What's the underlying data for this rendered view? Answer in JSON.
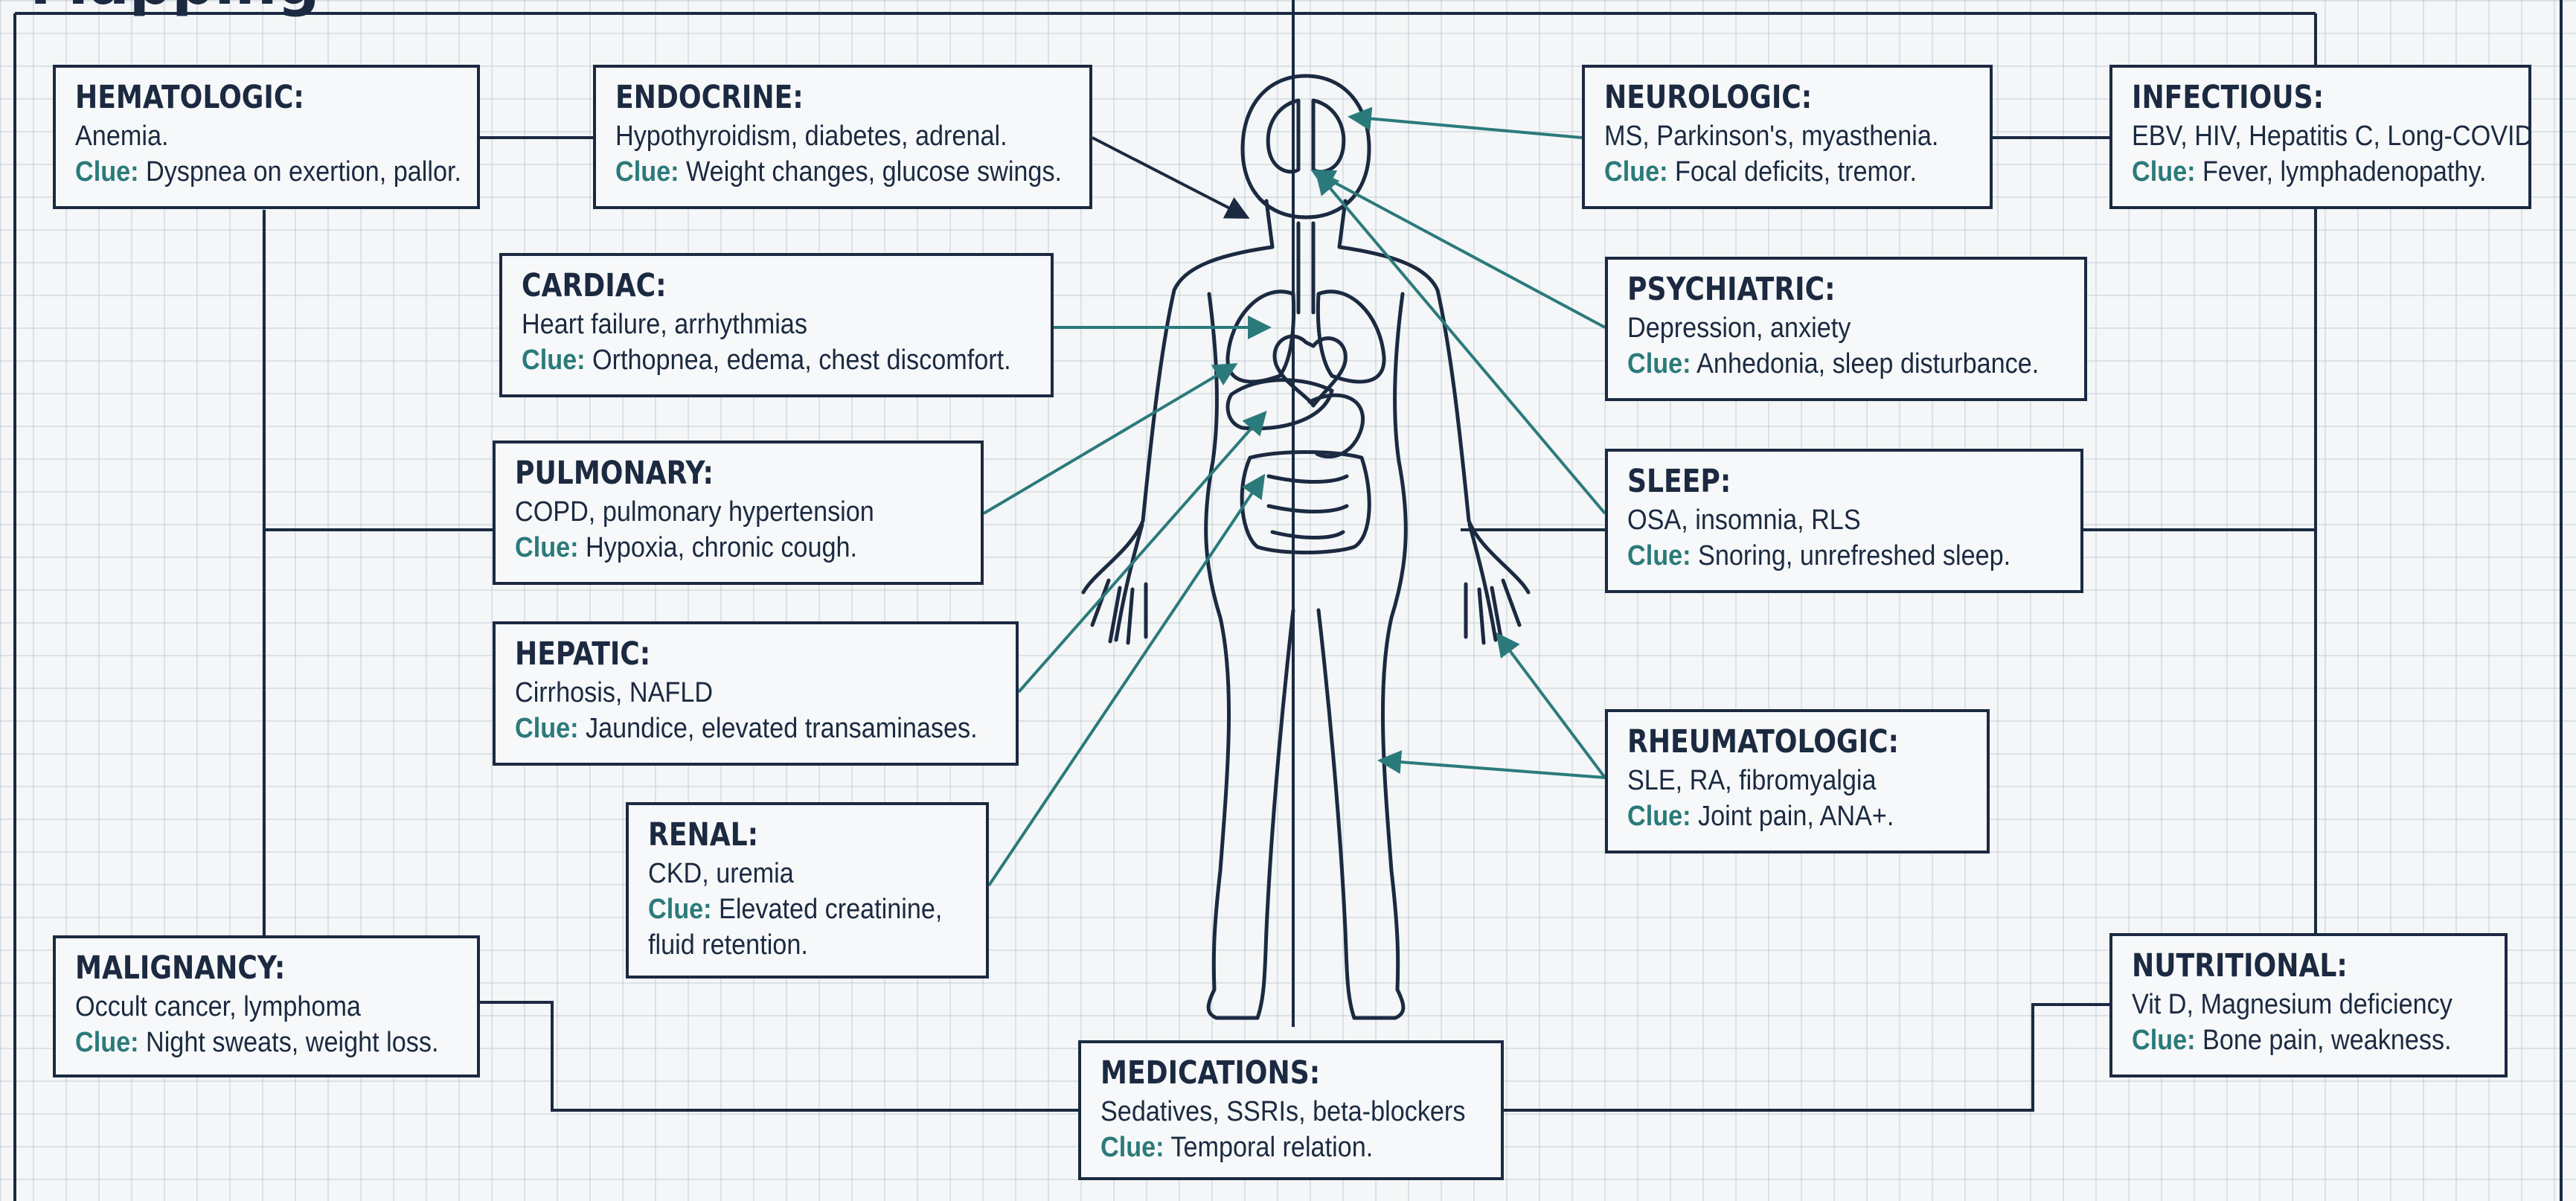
{
  "title_fragment": "Mapping",
  "clue_label": "Clue:",
  "colors": {
    "ink": "#1b2a41",
    "accent": "#2b7a7b",
    "background": "#f4f6f7"
  },
  "central_figure": "human-body-outline",
  "systems": [
    {
      "id": "hematologic",
      "title": "HEMATOLOGIC:",
      "conditions": "Anemia.",
      "clue": "Dyspnea on exertion, pallor."
    },
    {
      "id": "endocrine",
      "title": "ENDOCRINE:",
      "conditions": "Hypothyroidism, diabetes, adrenal.",
      "clue": "Weight changes, glucose swings."
    },
    {
      "id": "neurologic",
      "title": "NEUROLOGIC:",
      "conditions": "MS, Parkinson's, myasthenia.",
      "clue": "Focal deficits, tremor."
    },
    {
      "id": "infectious",
      "title": "INFECTIOUS:",
      "conditions": "EBV, HIV, Hepatitis C, Long-COVID",
      "clue": "Fever, lymphadenopathy."
    },
    {
      "id": "cardiac",
      "title": "CARDIAC:",
      "conditions": "Heart failure, arrhythmias",
      "clue": "Orthopnea, edema, chest discomfort."
    },
    {
      "id": "psychiatric",
      "title": "PSYCHIATRIC:",
      "conditions": "Depression, anxiety",
      "clue": "Anhedonia, sleep disturbance."
    },
    {
      "id": "pulmonary",
      "title": "PULMONARY:",
      "conditions": "COPD, pulmonary hypertension",
      "clue": "Hypoxia, chronic cough."
    },
    {
      "id": "sleep",
      "title": "SLEEP:",
      "conditions": "OSA, insomnia, RLS",
      "clue": "Snoring, unrefreshed sleep."
    },
    {
      "id": "hepatic",
      "title": "HEPATIC:",
      "conditions": "Cirrhosis, NAFLD",
      "clue": "Jaundice, elevated transaminases."
    },
    {
      "id": "rheumatologic",
      "title": "RHEUMATOLOGIC:",
      "conditions": "SLE, RA, fibromyalgia",
      "clue": "Joint pain, ANA+."
    },
    {
      "id": "renal",
      "title": "RENAL:",
      "conditions": "CKD, uremia",
      "clue": "Elevated creatinine,",
      "clue_line2": "fluid retention."
    },
    {
      "id": "malignancy",
      "title": "MALIGNANCY:",
      "conditions": "Occult cancer, lymphoma",
      "clue": "Night sweats, weight loss."
    },
    {
      "id": "nutritional",
      "title": "NUTRITIONAL:",
      "conditions": "Vit D, Magnesium deficiency",
      "clue": "Bone pain, weakness."
    },
    {
      "id": "medications",
      "title": "MEDICATIONS:",
      "conditions": "Sedatives, SSRIs, beta-blockers",
      "clue": "Temporal relation."
    }
  ]
}
